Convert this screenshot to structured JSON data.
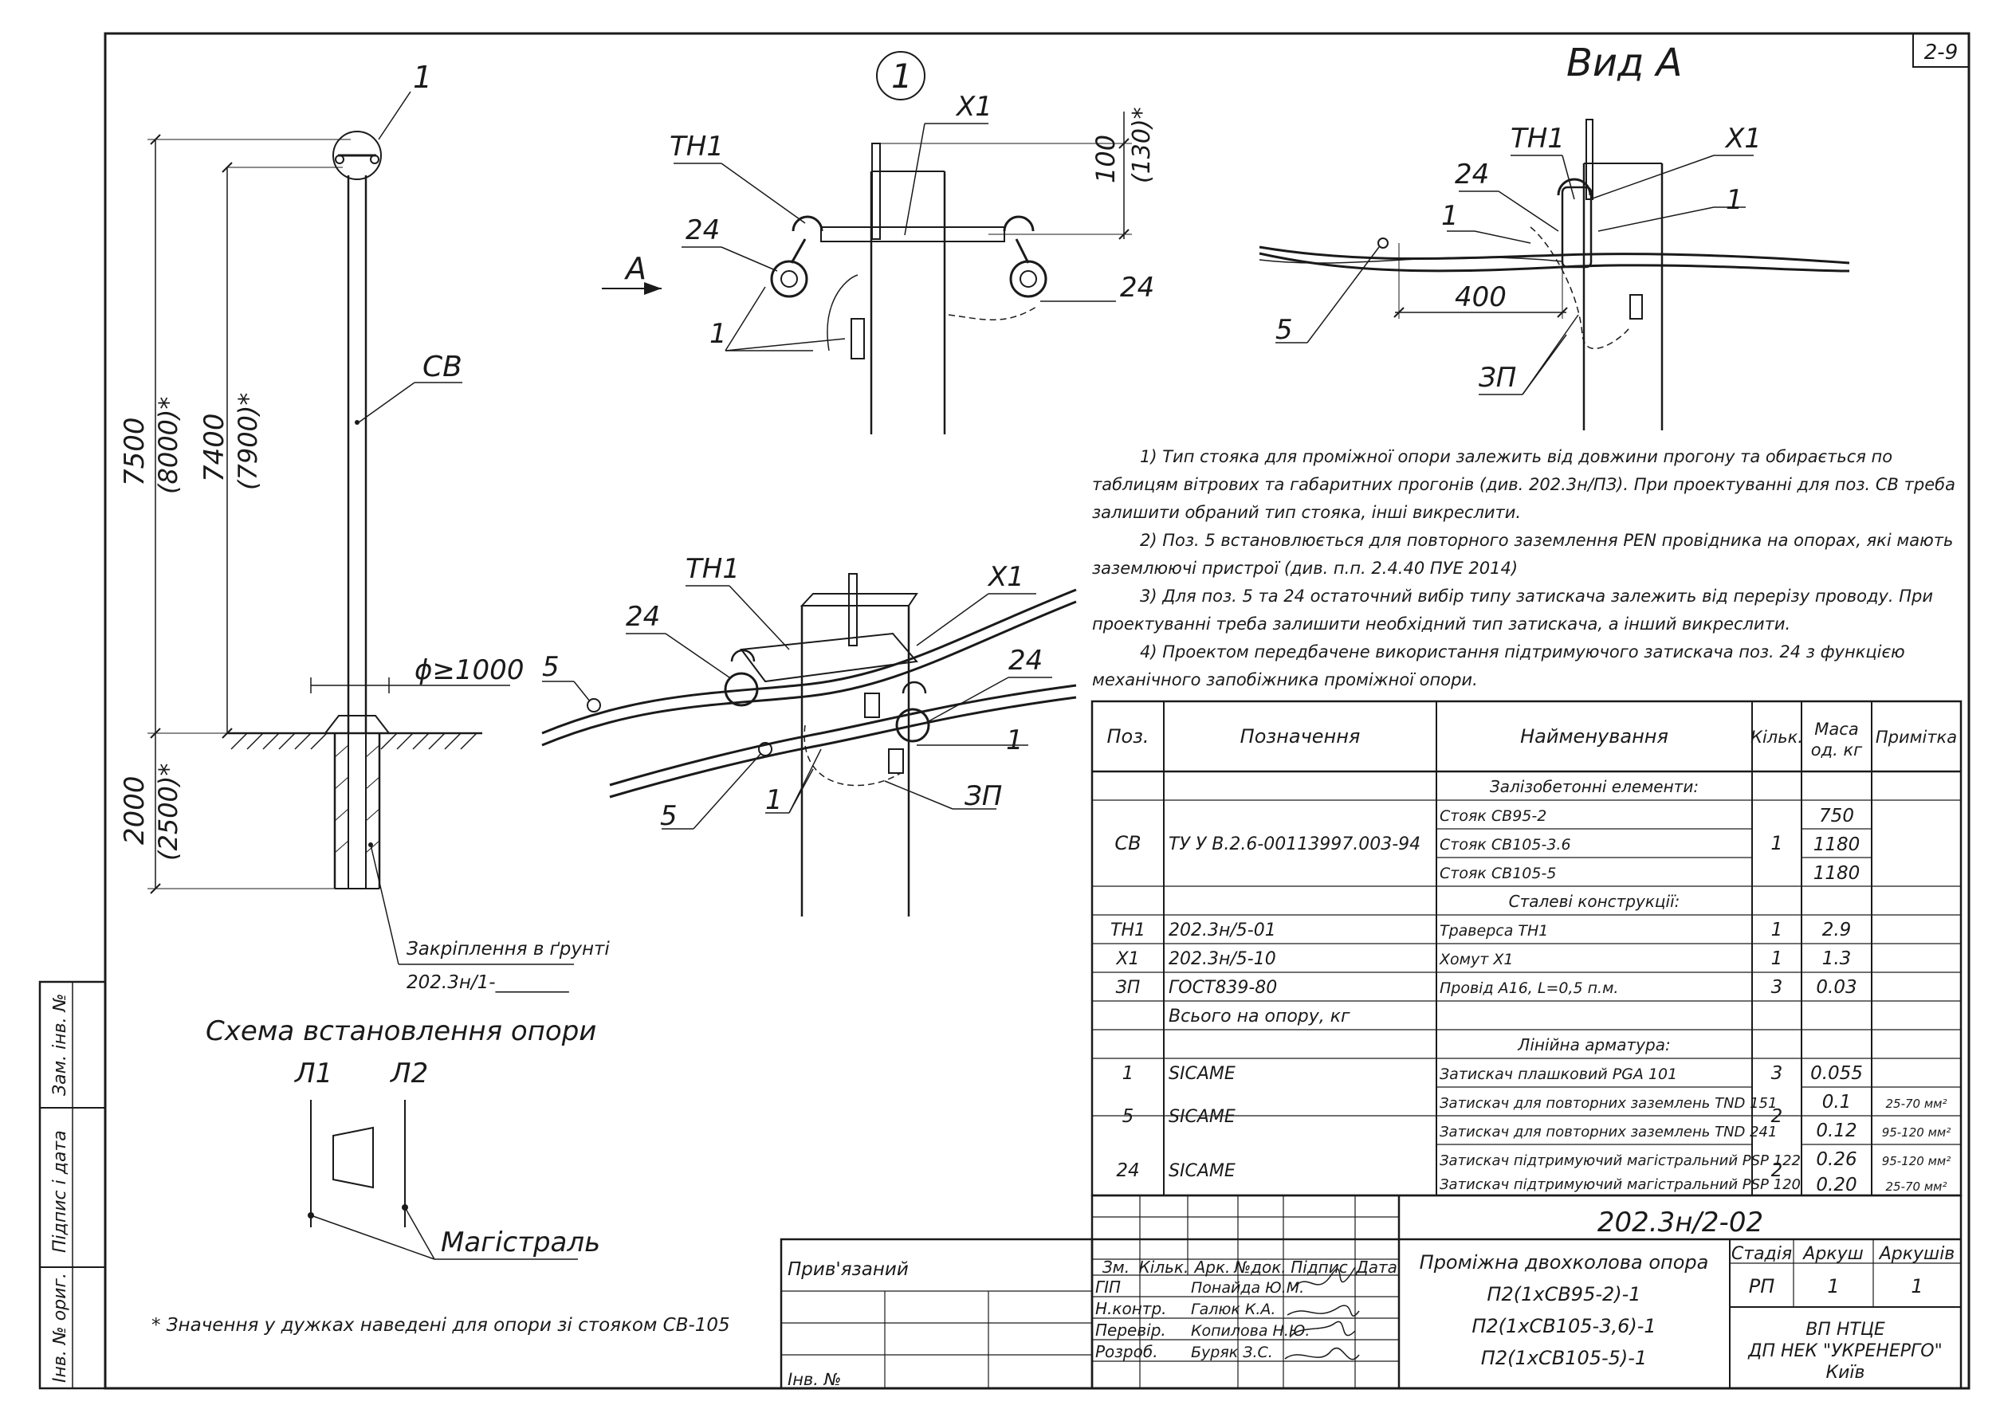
{
  "sheet_number": "2-9",
  "callout_1": "1",
  "view_a_title": "Вид А",
  "pole_labels": {
    "top_callout": "1",
    "pole_code": "СВ",
    "dim_7500": "7500",
    "dim_8000": "(8000)*",
    "dim_7400": "7400",
    "dim_7900": "(7900)*",
    "dim_2000": "2000",
    "dim_2500": "(2500)*",
    "diameter": "ϕ≥1000",
    "fix_label": "Закріплення в ґрунті",
    "fix_ref": "202.3н/1-________"
  },
  "detail1_labels": {
    "tn1": "ТН1",
    "x1": "Х1",
    "p24a": "24",
    "p24b": "24",
    "p1": "1",
    "arrow_a": "А",
    "dim_100": "100",
    "dim_130": "(130)*"
  },
  "view_a_labels": {
    "tn1": "ТН1",
    "x1": "Х1",
    "p24": "24",
    "p1a": "1",
    "p1b": "1",
    "p5": "5",
    "dim_400": "400",
    "zp": "ЗП"
  },
  "iso_labels": {
    "tn1": "ТН1",
    "x1": "Х1",
    "p24a": "24",
    "p24b": "24",
    "p5a": "5",
    "p5b": "5",
    "p1a": "1",
    "p1b": "1",
    "zp": "ЗП"
  },
  "scheme": {
    "title": "Схема встановлення опори",
    "l1": "Л1",
    "l2": "Л2",
    "main": "Магістраль"
  },
  "footnote": "* Значення у дужках наведені для опори зі стояком СВ-105",
  "notes": [
    "1) Тип стояка для проміжної опори залежить від довжини прогону та обирається по таблицям вітрових та габаритних прогонів (див. 202.3н/ПЗ). При проектуванні для поз. СВ треба залишити обраний тип стояка, інші викреслити.",
    "2) Поз. 5 встановлюється для повторного заземлення PEN провідника на опорах, які мають заземлюючі пристрої (див. п.п. 2.4.40 ПУЕ 2014)",
    "3) Для поз. 5 та 24 остаточний вибір типу затискача залежить від перерізу проводу. При проектуванні треба залишити необхідний тип затискача, а інший викреслити.",
    "4) Проектом передбачене використання підтримуючого затискача поз. 24 з функцією механічного запобіжника проміжної опори."
  ],
  "table": {
    "headers": [
      "Поз.",
      "Позначення",
      "Найменування",
      "Кільк.",
      "Маса од. кг",
      "Примітка"
    ],
    "section_concrete": "Залізобетонні елементи:",
    "section_steel": "Сталеві конструкції:",
    "section_fittings": "Лінійна арматура:",
    "cv": {
      "pos": "СВ",
      "designation": "ТУ У В.2.6-00113997.003-94",
      "qty": "1",
      "items": [
        {
          "name": "Стояк СВ95-2",
          "mass": "750"
        },
        {
          "name": "Стояк СВ105-3.6",
          "mass": "1180"
        },
        {
          "name": "Стояк СВ105-5",
          "mass": "1180"
        }
      ]
    },
    "steel_rows": [
      {
        "pos": "ТН1",
        "designation": "202.3н/5-01",
        "name": "Траверса ТН1",
        "qty": "1",
        "mass": "2.9"
      },
      {
        "pos": "Х1",
        "designation": "202.3н/5-10",
        "name": "Хомут Х1",
        "qty": "1",
        "mass": "1.3"
      },
      {
        "pos": "ЗП",
        "designation": "ГОСТ839-80",
        "name": "Провід А16, L=0,5 п.м.",
        "qty": "3",
        "mass": "0.03"
      },
      {
        "pos": "",
        "designation": "Всього на опору, кг",
        "name": "",
        "qty": "",
        "mass": ""
      }
    ],
    "pos1": {
      "pos": "1",
      "designation": "SICAME",
      "name": "Затискач плашковий PGA 101",
      "qty": "3",
      "mass": "0.055"
    },
    "pos5": {
      "pos": "5",
      "designation": "SICAME",
      "qty": "2",
      "items": [
        {
          "name": "Затискач для повторних заземлень TND 151",
          "mass": "0.1",
          "note": "25-70 мм²"
        },
        {
          "name": "Затискач для повторних заземлень TND 241",
          "mass": "0.12",
          "note": "95-120 мм²"
        }
      ]
    },
    "pos24": {
      "pos": "24",
      "designation": "SICAME",
      "qty": "2",
      "items": [
        {
          "name": "Затискач підтримуючий магістральний PSP 122",
          "mass": "0.26",
          "note": "95-120 мм²"
        },
        {
          "name": "Затискач підтримуючий магістральний PSP 120",
          "mass": "0.20",
          "note": "25-70 мм²"
        }
      ]
    }
  },
  "title_block": {
    "doc_code": "202.3н/2-02",
    "privyazanyi": "Прив'язаний",
    "inv_no": "Інв. №",
    "headers": [
      "Зм.",
      "Кільк.",
      "Арк.",
      "№док.",
      "Підпис",
      "Дата"
    ],
    "roles": [
      {
        "role": "ГІП",
        "name": "Понайда Ю.М."
      },
      {
        "role": "Н.контр.",
        "name": "Галюк К.А."
      },
      {
        "role": "Перевір.",
        "name": "Копилова Н.Ю."
      },
      {
        "role": "Розроб.",
        "name": "Буряк З.С."
      }
    ],
    "title_lines": [
      "Проміжна двохколова опора",
      "П2(1хСВ95-2)-1",
      "П2(1хСВ105-3,6)-1",
      "П2(1хСВ105-5)-1"
    ],
    "stage_headers": [
      "Стадія",
      "Аркуш",
      "Аркушів"
    ],
    "stage": "РП",
    "sheet": "1",
    "sheets": "1",
    "org_lines": [
      "ВП НТЦЕ",
      "ДП НЕК \"УКРЕНЕРГО\"",
      "Київ"
    ]
  },
  "side_stamp": {
    "zam": "Зам. інв. №",
    "pidpys": "Підпис і дата",
    "inv": "Інв. № ориг."
  }
}
